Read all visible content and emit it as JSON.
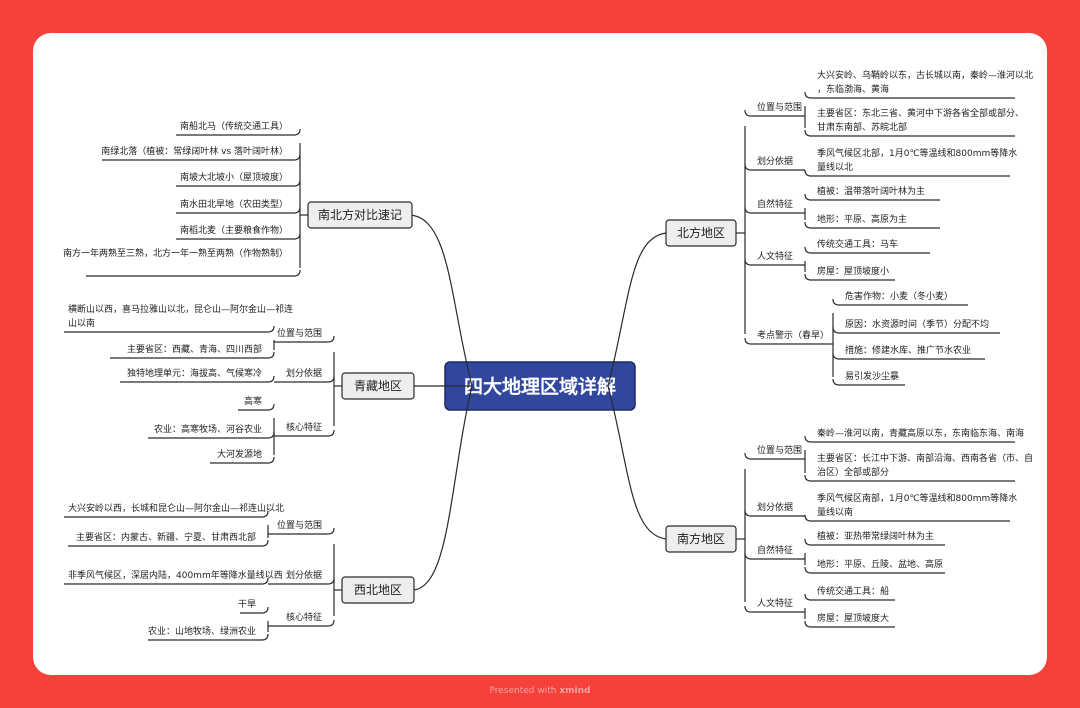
{
  "root": {
    "label": "四大地理区域详解"
  },
  "regions": [
    {
      "id": "north",
      "label": "北方地区",
      "categories": [
        {
          "label": "位置与范围",
          "items": [
            "大兴安岭、乌鞘岭以东，古长城以南，秦岭—淮河以北，东临渤海、黄海",
            "主要省区：东北三省、黄河中下游各省全部或部分、甘肃东南部、苏皖北部"
          ]
        },
        {
          "label": "划分依据",
          "items": [
            "季风气候区北部，1月0℃等温线和800mm等降水量线以北"
          ]
        },
        {
          "label": "自然特征",
          "items": [
            "植被：温带落叶阔叶林为主",
            "地形：平原、高原为主"
          ]
        },
        {
          "label": "人文特征",
          "items": [
            "传统交通工具：马车",
            "房屋：屋顶坡度小"
          ]
        },
        {
          "label": "考点警示（春旱）",
          "items": [
            "危害作物：小麦（冬小麦）",
            "原因：水资源时间（季节）分配不均",
            "措施：修建水库、推广节水农业",
            "易引发沙尘暴"
          ]
        }
      ]
    },
    {
      "id": "south",
      "label": "南方地区",
      "categories": [
        {
          "label": "位置与范围",
          "items": [
            "秦岭—淮河以南，青藏高原以东，东南临东海、南海",
            "主要省区：长江中下游、南部沿海、西南各省（市、自治区）全部或部分"
          ]
        },
        {
          "label": "划分依据",
          "items": [
            "季风气候区南部，1月0℃等温线和800mm等降水量线以南"
          ]
        },
        {
          "label": "自然特征",
          "items": [
            "植被：亚热带常绿阔叶林为主",
            "地形：平原、丘陵、盆地、高原"
          ]
        },
        {
          "label": "人文特征",
          "items": [
            "传统交通工具：船",
            "房屋：屋顶坡度大"
          ]
        }
      ]
    },
    {
      "id": "compare",
      "label": "南北方对比速记",
      "items": [
        "南船北马（传统交通工具）",
        "南绿北落（植被：常绿阔叶林 vs 落叶阔叶林）",
        "南坡大北坡小（屋顶坡度）",
        "南水田北旱地（农田类型）",
        "南稻北麦（主要粮食作物）",
        "南方一年两熟至三熟，北方一年一熟至两熟（作物熟制）"
      ]
    },
    {
      "id": "qingzang",
      "label": "青藏地区",
      "categories": [
        {
          "label": "位置与范围",
          "items": [
            "横断山以西，喜马拉雅山以北，昆仑山—阿尔金山—祁连山以南",
            "主要省区：西藏、青海、四川西部"
          ]
        },
        {
          "label": "划分依据",
          "items": [
            "独特地理单元：海拔高、气候寒冷"
          ]
        },
        {
          "label": "核心特征",
          "items": [
            "高寒",
            "农业：高寒牧场、河谷农业",
            "大河发源地"
          ]
        }
      ]
    },
    {
      "id": "northwest",
      "label": "西北地区",
      "categories": [
        {
          "label": "位置与范围",
          "items": [
            "大兴安岭以西，长城和昆仑山—阿尔金山—祁连山以北",
            "主要省区：内蒙古、新疆、宁夏、甘肃西北部"
          ]
        },
        {
          "label": "划分依据",
          "items": [
            "非季风气候区，深居内陆，400mm年等降水量线以西"
          ]
        },
        {
          "label": "核心特征",
          "items": [
            "干旱",
            "农业：山地牧场、绿洲农业"
          ]
        }
      ]
    }
  ],
  "footer": {
    "prefix": "Presented with",
    "brand": "xmind"
  },
  "colors": {
    "background": "#f5403b",
    "root_fill": "#31479e",
    "branch_fill": "#eeeeee",
    "line": "#2a2a2a"
  }
}
